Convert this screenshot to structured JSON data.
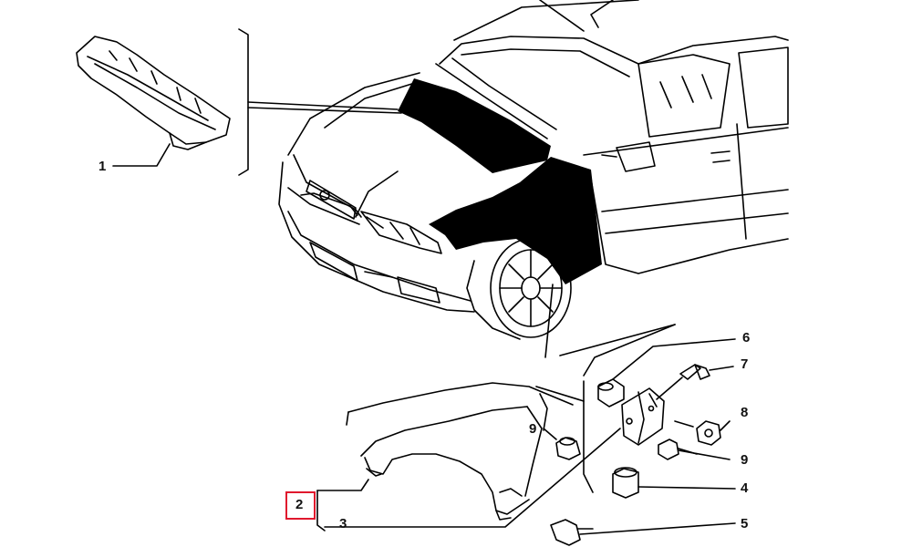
{
  "selected_callout": "2",
  "selection_color": "#e0182d",
  "ink_color": "#000000",
  "callouts": [
    {
      "id": "1",
      "label": "1"
    },
    {
      "id": "2",
      "label": "2"
    },
    {
      "id": "3",
      "label": "3"
    },
    {
      "id": "4",
      "label": "4"
    },
    {
      "id": "5",
      "label": "5"
    },
    {
      "id": "6",
      "label": "6"
    },
    {
      "id": "7",
      "label": "7"
    },
    {
      "id": "8",
      "label": "8"
    },
    {
      "id": "9a",
      "label": "9"
    },
    {
      "id": "9b",
      "label": "9"
    }
  ]
}
